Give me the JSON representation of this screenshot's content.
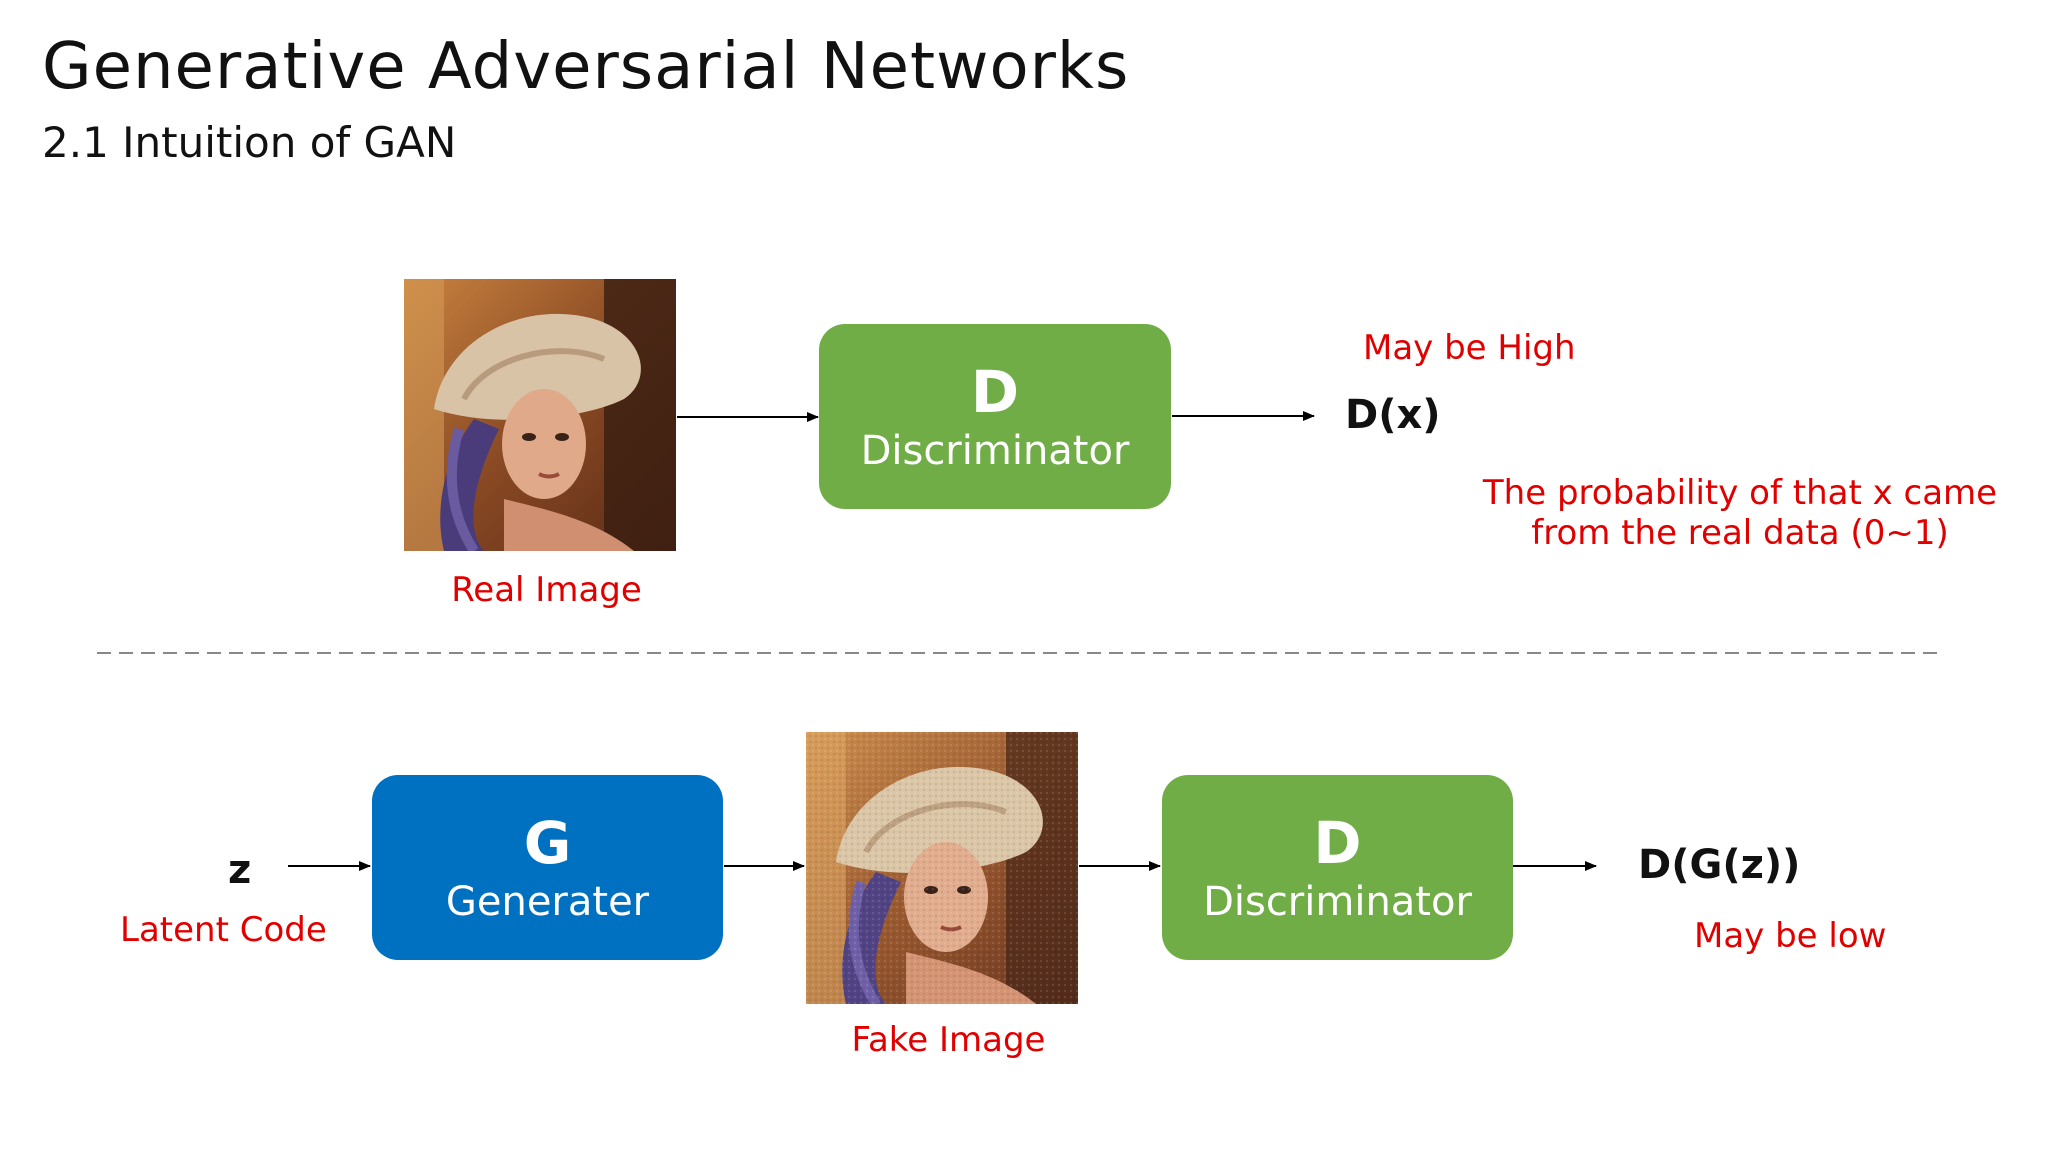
{
  "slide": {
    "title": "Generative Adversarial Networks",
    "subtitle": "2.1 Intuition of GAN"
  },
  "top": {
    "image_caption": "Real Image",
    "discriminator": {
      "letter": "D",
      "label": "Discriminator"
    },
    "output": "D(x)",
    "output_note": "May be High",
    "probability_note_line1": "The probability of that x came",
    "probability_note_line2": "from the real data (0~1)"
  },
  "bottom": {
    "input": "z",
    "input_caption": "Latent Code",
    "generator": {
      "letter": "G",
      "label": "Generater"
    },
    "image_caption": "Fake Image",
    "discriminator": {
      "letter": "D",
      "label": "Discriminator"
    },
    "output": "D(G(z))",
    "output_note": "May be low"
  },
  "colors": {
    "discriminator_box": "#71ad47",
    "generator_box": "#0070c0",
    "annotation_red": "#e00000"
  }
}
